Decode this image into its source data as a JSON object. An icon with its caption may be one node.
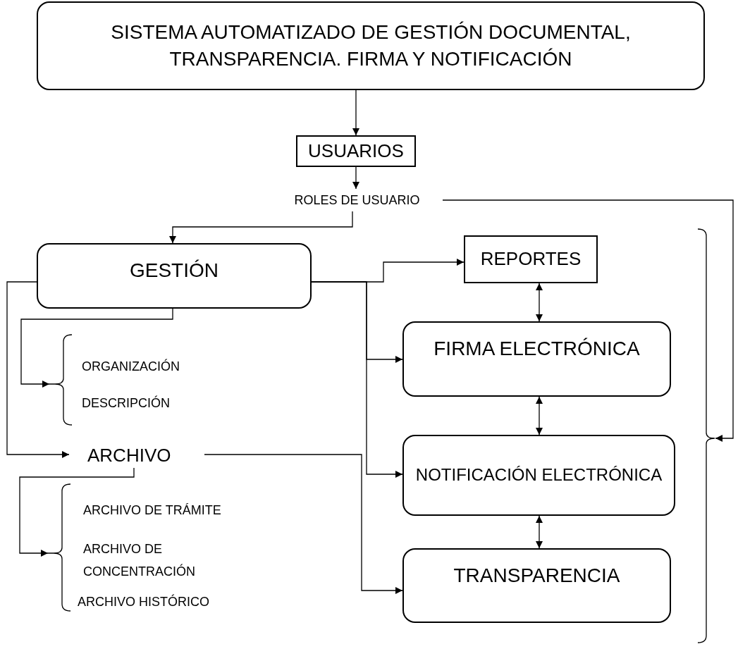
{
  "diagram": {
    "nodes": [
      {
        "text": [
          "SISTEMA AUTOMATIZADO DE GESTIÓN DOCUMENTAL, TRANSPARENCIA. FIRMA Y NOTIFICACIÓN"
        ]
      },
      {
        "text": [
          "USUARIOS"
        ]
      },
      {
        "text": [
          "ROLES DE USUARIO"
        ]
      },
      {
        "text": [
          "GESTIÓN"
        ]
      },
      {
        "text": [
          "ORGANIZACIÓN",
          "DESCRIPCIÓN"
        ]
      },
      {
        "text": [
          "ARCHIVO"
        ]
      },
      {
        "text": [
          "ARCHIVO DE TRÁMITE",
          "ARCHIVO DE CONCENTRACIÓN",
          "ARCHIVO HISTÓRICO"
        ]
      },
      {
        "text": [
          "REPORTES"
        ]
      },
      {
        "text": [
          "FIRMA ELECTRÓNICA"
        ]
      },
      {
        "text": [
          "NOTIFICACIÓN ELECTRÓNICA"
        ]
      },
      {
        "text": [
          "TRANSPARENCIA"
        ]
      },
      {
        "text": [],
        "shape": "bracket"
      }
    ],
    "edges": [
      {
        "from": 0,
        "to": 1,
        "arrow": "to"
      },
      {
        "from": 1,
        "to": 2,
        "arrow": "to"
      },
      {
        "from": 2,
        "to": 3,
        "arrow": "to"
      },
      {
        "from": 2,
        "to": 11,
        "arrow": "to"
      },
      {
        "from": 3,
        "to": 7,
        "arrow": "to"
      },
      {
        "from": 3,
        "to": 8,
        "arrow": "to"
      },
      {
        "from": 3,
        "to": 9,
        "arrow": "to"
      },
      {
        "from": 3,
        "to": 4,
        "arrow": "to"
      },
      {
        "from": 3,
        "to": 5,
        "arrow": "to"
      },
      {
        "from": 5,
        "to": 6,
        "arrow": "to"
      },
      {
        "from": 5,
        "to": 10,
        "arrow": "to"
      },
      {
        "from": 7,
        "to": 8,
        "arrow": "both"
      },
      {
        "from": 8,
        "to": 9,
        "arrow": "both"
      },
      {
        "from": 9,
        "to": 10,
        "arrow": "both"
      }
    ]
  }
}
